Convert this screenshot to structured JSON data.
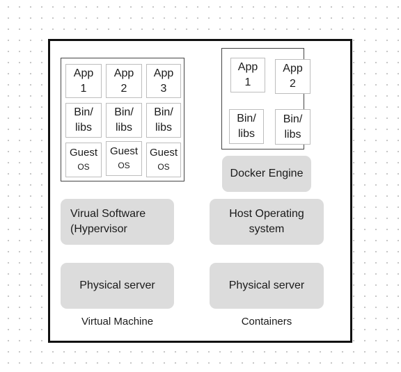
{
  "vm": {
    "apps": [
      "App\n1",
      "App\n2",
      "App\n3"
    ],
    "libs": [
      "Bin/\nlibs",
      "Bin/\nlibs",
      "Bin/\nlibs"
    ],
    "guest_os": [
      {
        "main": "Guest",
        "sub": "OS"
      },
      {
        "main": "Guest",
        "sub": "OS"
      },
      {
        "main": "Guest",
        "sub": "OS"
      }
    ],
    "hypervisor": "Virual Software\n(Hypervisor",
    "server": "Physical server",
    "caption": "Virtual Machine"
  },
  "containers": {
    "apps": [
      "App\n1",
      "App\n2"
    ],
    "libs": [
      "Bin/\nlibs",
      "Bin/\nlibs"
    ],
    "engine": "Docker Engine",
    "host_os": "Host Operating\nsystem",
    "server": "Physical server",
    "caption": "Containers"
  }
}
